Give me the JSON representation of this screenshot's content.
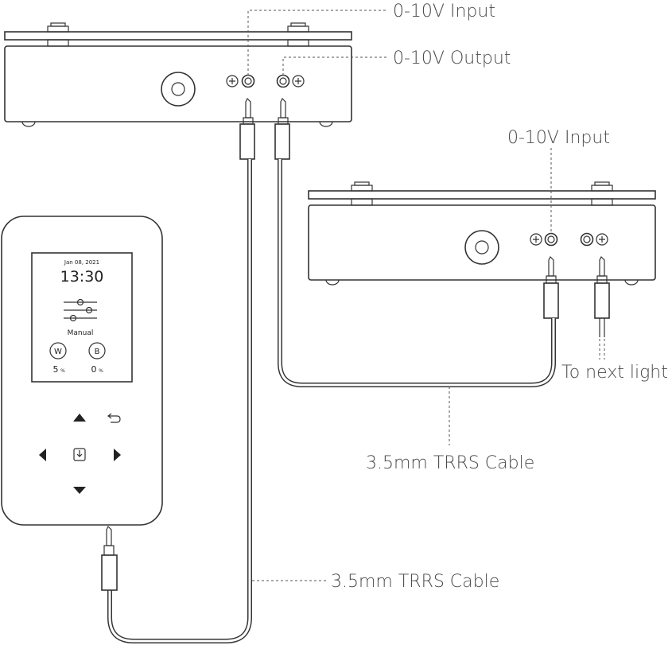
{
  "labels": {
    "top_input": "0-10V Input",
    "top_output": "0-10V Output",
    "second_input": "0-10V Input",
    "next_light": "To next light",
    "cable_right": "3.5mm TRRS Cable",
    "cable_bottom": "3.5mm TRRS Cable"
  },
  "controller": {
    "date": "Jan 08, 2021",
    "time": "13:30",
    "mode": "Manual",
    "channels": [
      {
        "letter": "W",
        "value": "5",
        "unit": "%"
      },
      {
        "letter": "B",
        "value": "0",
        "unit": "%"
      }
    ],
    "icons": [
      "up-arrow-icon",
      "back-icon",
      "left-arrow-icon",
      "power-icon",
      "right-arrow-icon",
      "down-arrow-icon"
    ]
  }
}
